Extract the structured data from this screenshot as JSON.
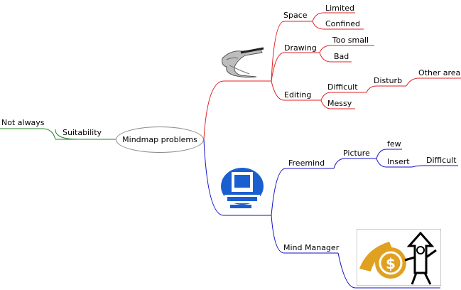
{
  "mindmap": {
    "root": "Mindmap problems",
    "left": {
      "branch": "Suitability",
      "child": "Not always"
    },
    "drawing_branch": {
      "space": {
        "label": "Space",
        "children": [
          "Limited",
          "Confined"
        ]
      },
      "drawing": {
        "label": "Drawing",
        "children": [
          "Too small",
          "Bad"
        ]
      },
      "editing": {
        "label": "Editing",
        "difficult": "Difficult",
        "disturb": "Disturb",
        "other_area": "Other area",
        "messy": "Messy"
      }
    },
    "software_branch": {
      "freemind": {
        "label": "Freemind",
        "picture": "Picture",
        "few": "few",
        "insert": "Insert",
        "insert_difficult": "Difficult"
      },
      "mind_manager": {
        "label": "Mind Manager"
      }
    }
  },
  "colors": {
    "red_branch": "#e02020",
    "blue_branch": "#1010c8",
    "green_branch": "#208020",
    "node_border": "#888888"
  },
  "icons": [
    "drawing-hand-icon",
    "computer-icon",
    "money-arrow-icon"
  ]
}
